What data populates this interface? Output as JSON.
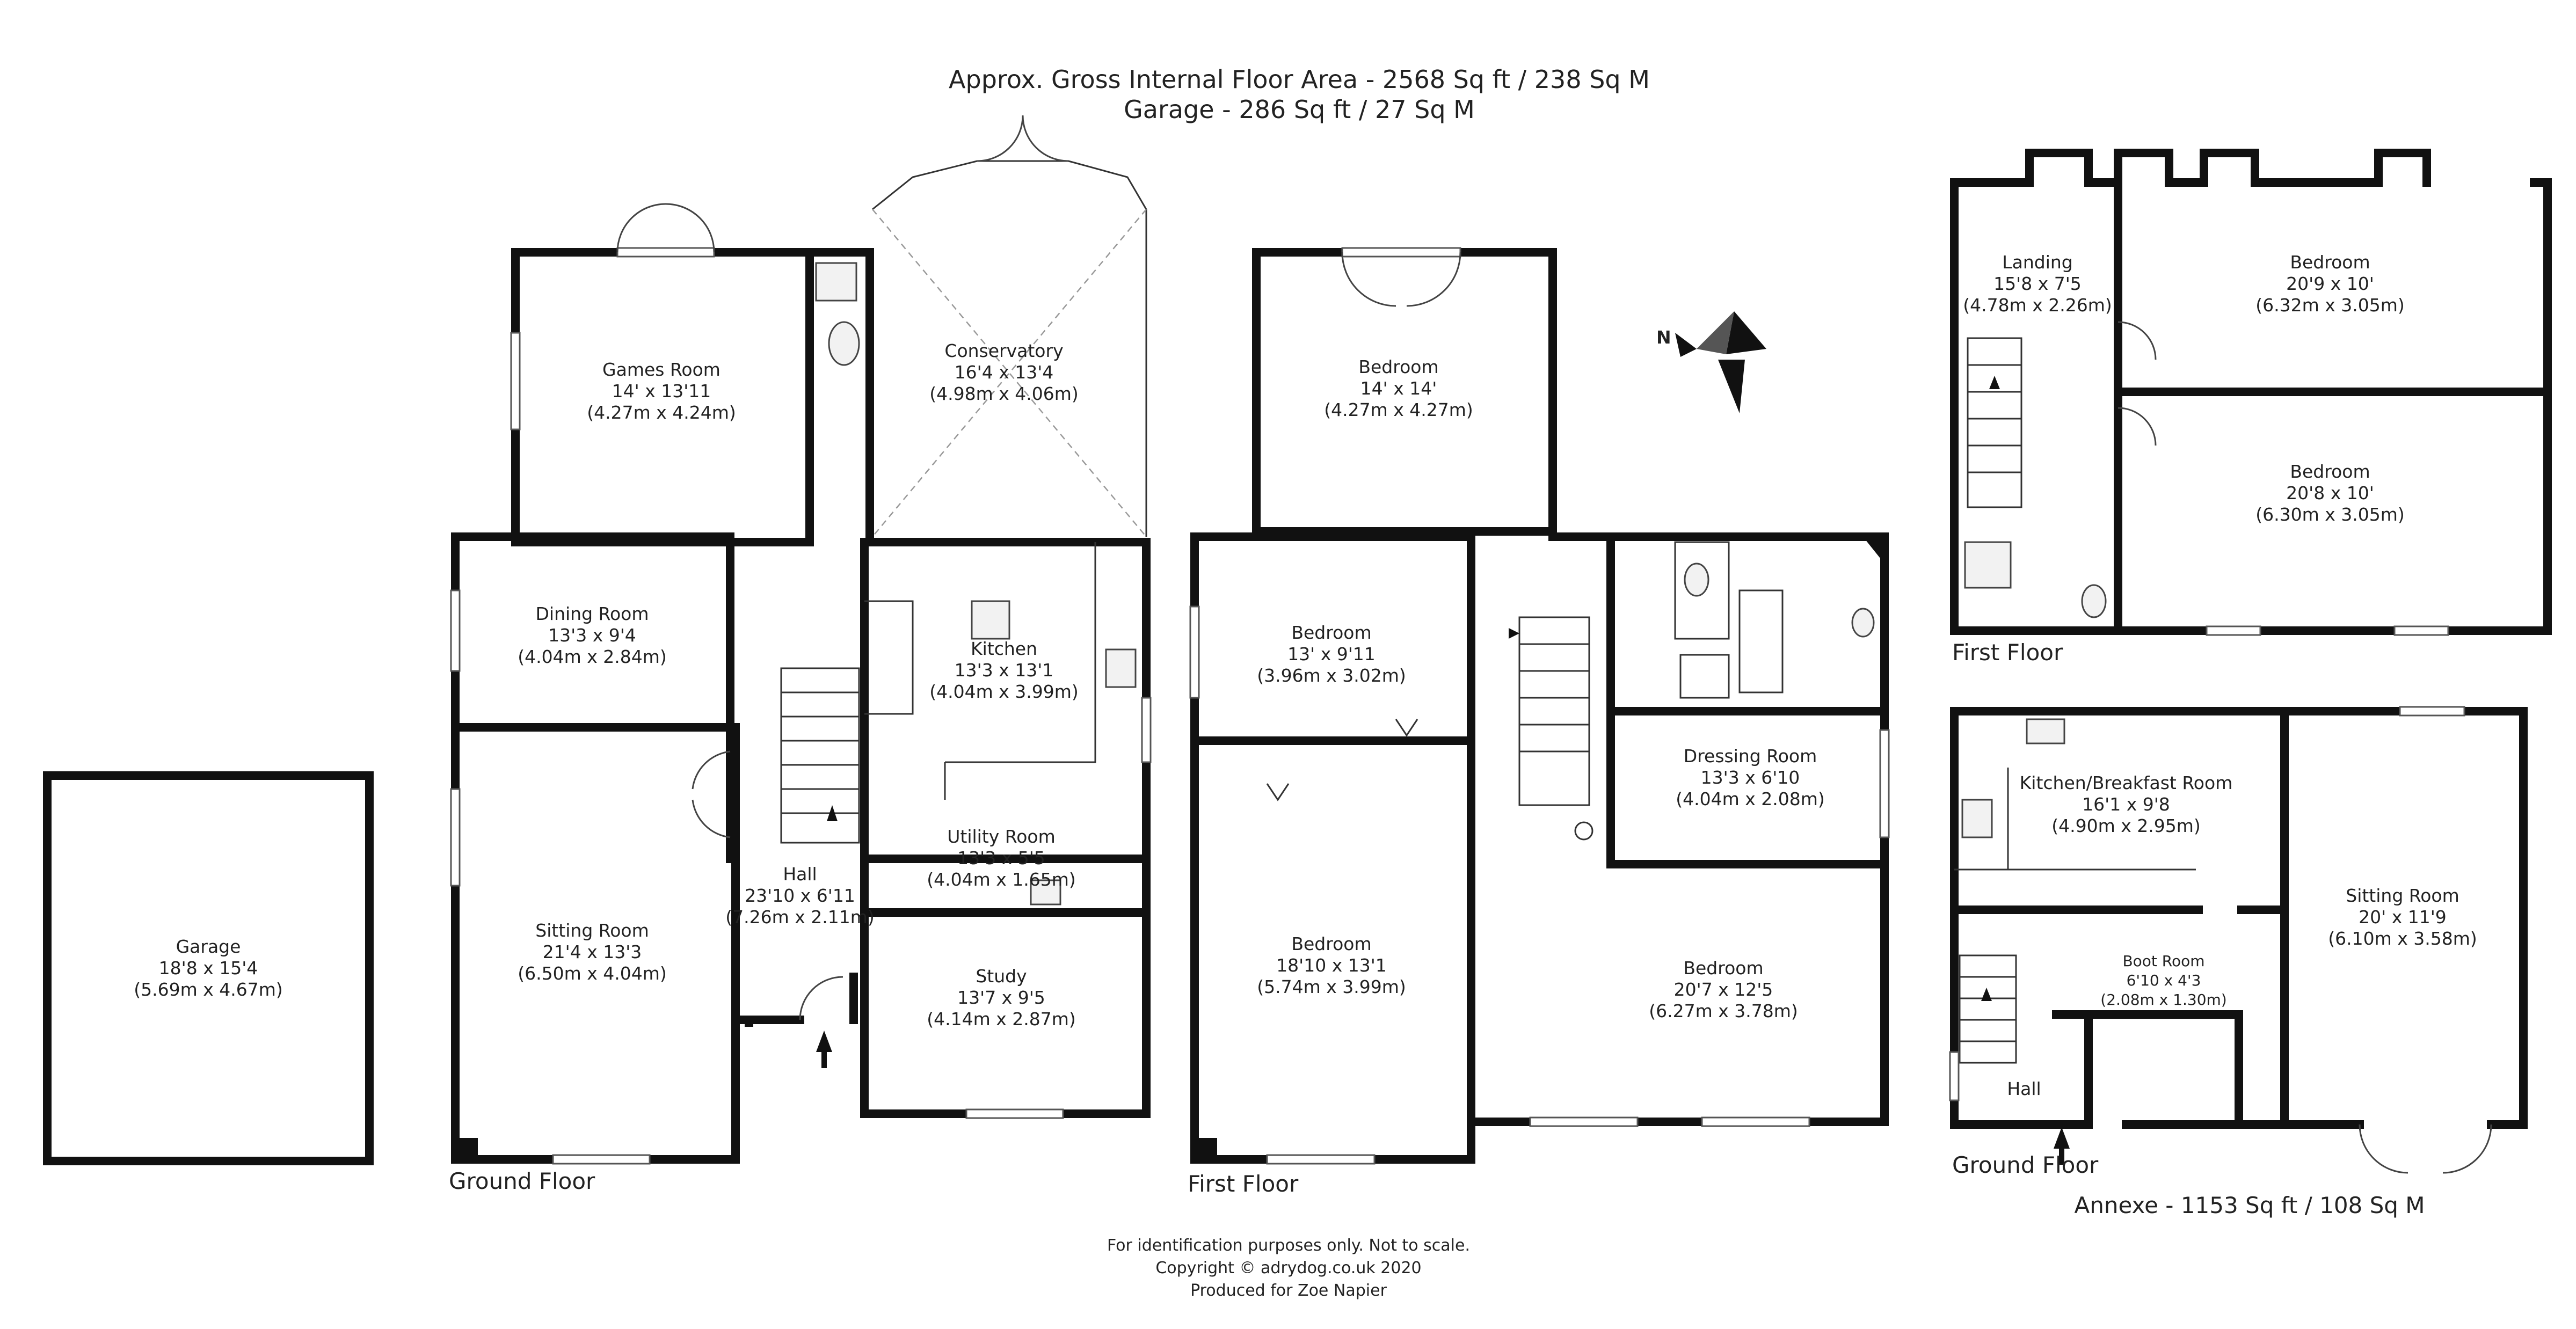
{
  "header": {
    "line1": "Approx. Gross Internal Floor Area - 2568 Sq ft / 238 Sq M",
    "line2": "Garage - 286 Sq ft / 27 Sq M"
  },
  "rooms": {
    "garage": {
      "name": "Garage",
      "imperial": "18'8 x 15'4",
      "metric": "(5.69m x 4.67m)"
    },
    "games": {
      "name": "Games Room",
      "imperial": "14' x 13'11",
      "metric": "(4.27m x 4.24m)"
    },
    "conservatory": {
      "name": "Conservatory",
      "imperial": "16'4 x 13'4",
      "metric": "(4.98m x 4.06m)"
    },
    "dining": {
      "name": "Dining Room",
      "imperial": "13'3 x 9'4",
      "metric": "(4.04m x 2.84m)"
    },
    "kitchen": {
      "name": "Kitchen",
      "imperial": "13'3 x 13'1",
      "metric": "(4.04m x 3.99m)"
    },
    "utility": {
      "name": "Utility Room",
      "imperial": "13'3 x 5'5",
      "metric": "(4.04m x 1.65m)"
    },
    "hall": {
      "name": "Hall",
      "imperial": "23'10 x 6'11",
      "metric": "(7.26m x 2.11m)"
    },
    "sitting": {
      "name": "Sitting Room",
      "imperial": "21'4 x 13'3",
      "metric": "(6.50m x 4.04m)"
    },
    "study": {
      "name": "Study",
      "imperial": "13'7 x 9'5",
      "metric": "(4.14m x 2.87m)"
    },
    "ff_bed1": {
      "name": "Bedroom",
      "imperial": "14' x 14'",
      "metric": "(4.27m x 4.27m)"
    },
    "ff_bed2": {
      "name": "Bedroom",
      "imperial": "13' x 9'11",
      "metric": "(3.96m x 3.02m)"
    },
    "ff_bed3": {
      "name": "Bedroom",
      "imperial": "18'10 x 13'1",
      "metric": "(5.74m x 3.99m)"
    },
    "dressing": {
      "name": "Dressing Room",
      "imperial": "13'3 x 6'10",
      "metric": "(4.04m x 2.08m)"
    },
    "ff_bed4": {
      "name": "Bedroom",
      "imperial": "20'7 x 12'5",
      "metric": "(6.27m x 3.78m)"
    },
    "ax_landing": {
      "name": "Landing",
      "imperial": "15'8 x 7'5",
      "metric": "(4.78m x 2.26m)"
    },
    "ax_bed1": {
      "name": "Bedroom",
      "imperial": "20'9 x 10'",
      "metric": "(6.32m x 3.05m)"
    },
    "ax_bed2": {
      "name": "Bedroom",
      "imperial": "20'8 x 10'",
      "metric": "(6.30m x 3.05m)"
    },
    "ax_kitchen": {
      "name": "Kitchen/Breakfast Room",
      "imperial": "16'1 x 9'8",
      "metric": "(4.90m x 2.95m)"
    },
    "ax_sitting": {
      "name": "Sitting Room",
      "imperial": "20' x 11'9",
      "metric": "(6.10m x 3.58m)"
    },
    "ax_boot": {
      "name": "Boot Room",
      "imperial": "6'10 x 4'3",
      "metric": "(2.08m x 1.30m)"
    },
    "ax_hall": {
      "name": "Hall"
    }
  },
  "floors": {
    "ground": "Ground Floor",
    "first": "First Floor",
    "annexe_first": "First Floor",
    "annexe_ground": "Ground Floor",
    "annexe_area": "Annexe - 1153 Sq ft / 108 Sq M"
  },
  "compass": {
    "letter": "N"
  },
  "footer": {
    "line1": "For identification purposes only. Not to scale.",
    "line2": "Copyright © adrydog.co.uk 2020",
    "line3": "Produced for Zoe Napier"
  }
}
